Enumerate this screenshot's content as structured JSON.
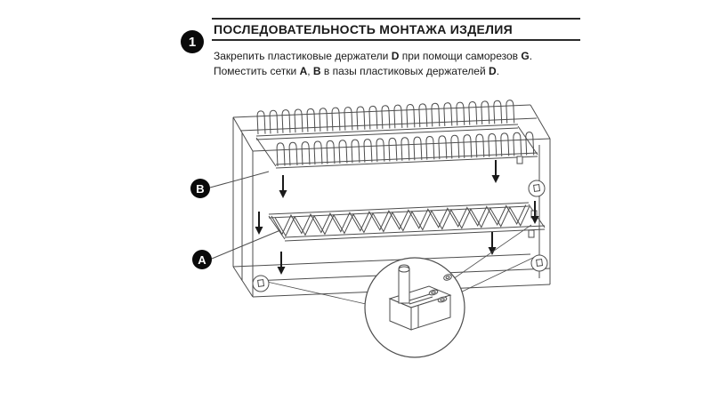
{
  "header": {
    "step_number": "1",
    "title": "ПОСЛЕДОВАТЕЛЬНОСТЬ МОНТАЖА ИЗДЕЛИЯ"
  },
  "instructions": {
    "line1": {
      "t1": "Закрепить пластиковые держатели ",
      "b1": "D",
      "t2": " при помощи саморезов ",
      "b2": "G",
      "t3": "."
    },
    "line2": {
      "t1": "Поместить сетки ",
      "b1": "A",
      "t2": ", ",
      "b2": "B",
      "t3": " в пазы пластиковых держателей ",
      "b3": "D",
      "t4": "."
    }
  },
  "diagram": {
    "callout_b": "B",
    "callout_a": "A",
    "colors": {
      "line": "#4d4d4d",
      "arrow": "#1a1a1a",
      "badge": "#0a0a0a",
      "rule": "#2b2b2b"
    }
  }
}
